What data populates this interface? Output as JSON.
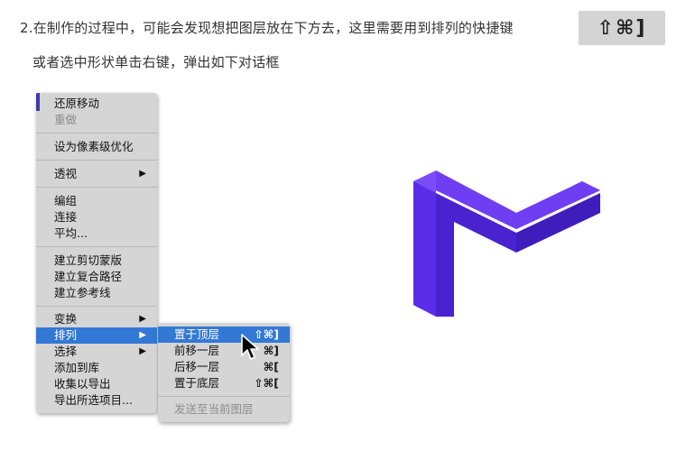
{
  "paragraph": {
    "line1": "2.在制作的过程中，可能会发现想把图层放在下方去，这里需要用到排列的快捷键",
    "line2": "或者选中形状单击右键，弹出如下对话框"
  },
  "shortcut_key": "⇧⌘]",
  "context_menu": {
    "items": [
      {
        "label": "还原移动",
        "disabled": false
      },
      {
        "label": "重做",
        "disabled": true
      },
      {
        "label": "设为像素级优化",
        "disabled": false
      },
      {
        "label": "透视",
        "arrow": "▶"
      },
      {
        "label": "编组"
      },
      {
        "label": "连接"
      },
      {
        "label": "平均..."
      },
      {
        "label": "建立剪切蒙版"
      },
      {
        "label": "建立复合路径"
      },
      {
        "label": "建立参考线"
      },
      {
        "label": "变换",
        "arrow": "▶"
      },
      {
        "label": "排列",
        "arrow": "▶",
        "highlighted": true
      },
      {
        "label": "选择",
        "arrow": "▶"
      },
      {
        "label": "添加到库"
      },
      {
        "label": "收集以导出"
      },
      {
        "label": "导出所选项目..."
      }
    ]
  },
  "submenu": {
    "items": [
      {
        "label": "置于顶层",
        "shortcut": "⇧⌘]",
        "highlighted": true
      },
      {
        "label": "前移一层",
        "shortcut": "⌘]"
      },
      {
        "label": "后移一层",
        "shortcut": "⌘["
      },
      {
        "label": "置于底层",
        "shortcut": "⇧⌘["
      },
      {
        "label": "发送至当前图层",
        "disabled": true
      }
    ]
  },
  "colors": {
    "highlight": "#3478d6",
    "logo_front": "#5a2de8",
    "logo_top": "#7a4cf6",
    "logo_side": "#3f1dbd"
  }
}
